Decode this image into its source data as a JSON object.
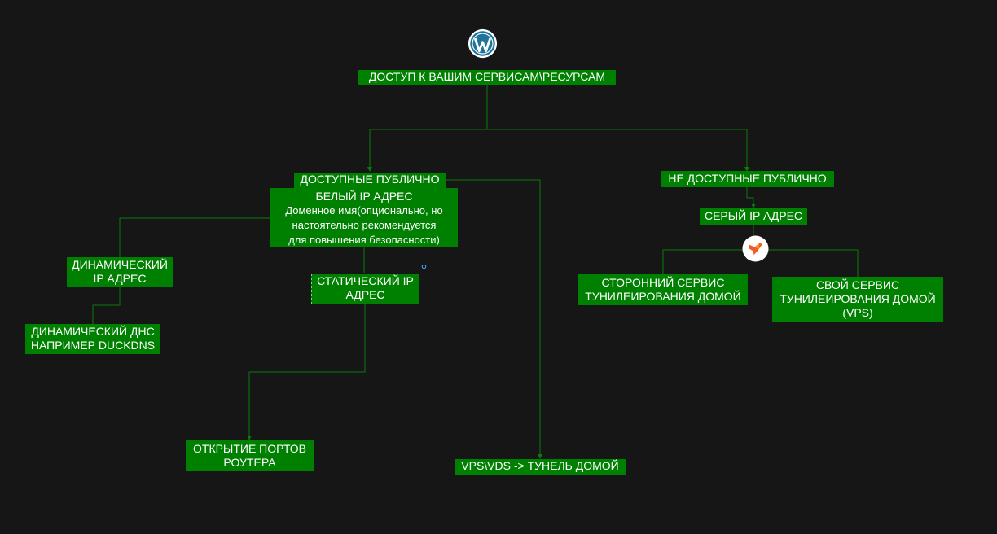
{
  "diagram": {
    "colors": {
      "background": "#161616",
      "node_fill": "#008000",
      "edge": "#0a7a0a",
      "text": "#ffffff"
    },
    "icons": {
      "top": "wordpress-icon",
      "tunnel": "fox-logo-icon",
      "handle": "connector-handle-icon"
    },
    "nodes": {
      "root": "ДОСТУП К ВАШИМ СЕРВИСАМ\\РЕСУРСАМ",
      "public": "ДОСТУПНЫЕ ПУБЛИЧНО",
      "white_ip": {
        "title": "БЕЛЫЙ IP АДРЕС",
        "line1": "Доменное имя(опционально, но",
        "line2": "настоятельно рекомендуется",
        "line3": "для повышения безопасности)"
      },
      "not_public": "НЕ ДОСТУПНЫЕ ПУБЛИЧНО",
      "grey_ip": "СЕРЫЙ IP АДРЕС",
      "dynamic_ip": {
        "line1": "ДИНАМИЧЕСКИЙ",
        "line2": "IP АДРЕС"
      },
      "dynamic_dns": {
        "line1": "ДИНАМИЧЕСКИЙ ДНС",
        "line2": "НАПРИМЕР DUCKDNS"
      },
      "static_ip": {
        "line1": "СТАТИЧЕСКИЙ IP",
        "line2": "АДРЕС"
      },
      "port_forwarding": {
        "line1": "ОТКРЫТИЕ ПОРТОВ",
        "line2": "РОУТЕРА"
      },
      "vps_tunnel": "VPS\\VDS -> ТУНЕЛЬ ДОМОЙ",
      "third_party_tunnel": {
        "line1": "СТОРОННИЙ СЕРВИС",
        "line2": "ТУНИЛЕИРОВАНИЯ ДОМОЙ"
      },
      "own_tunnel": {
        "line1": "СВОЙ СЕРВИС",
        "line2": "ТУНИЛЕИРОВАНИЯ ДОМОЙ",
        "line3": "(VPS)"
      }
    }
  }
}
